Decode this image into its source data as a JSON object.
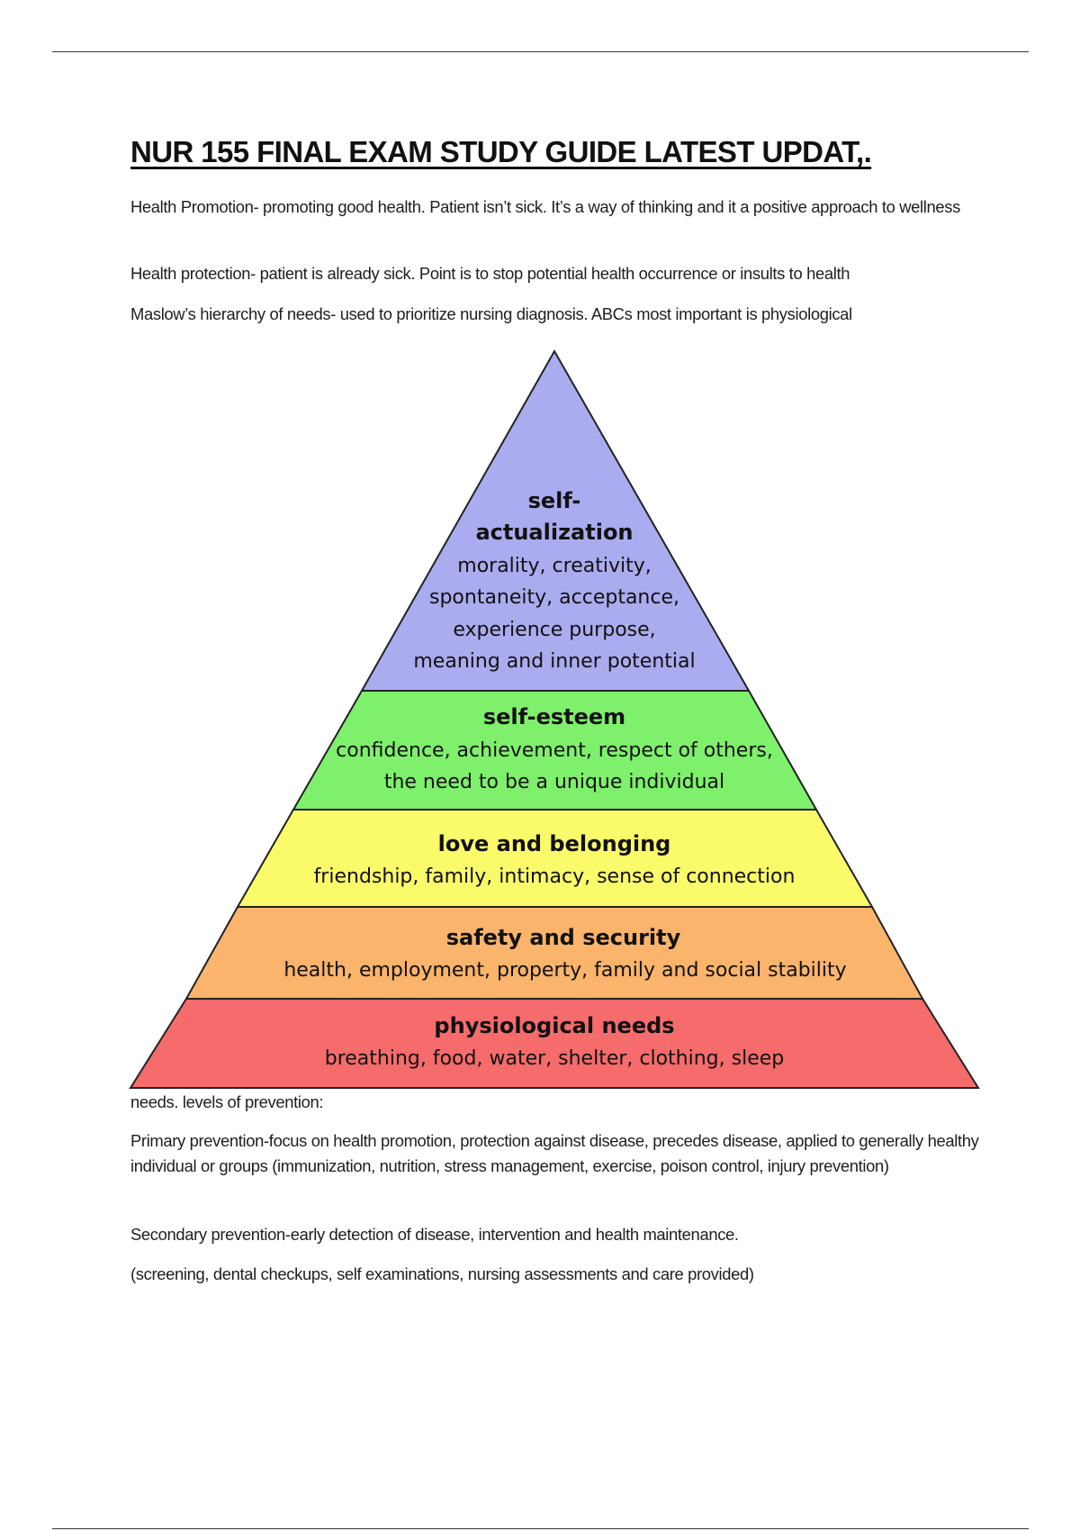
{
  "document": {
    "title": "NUR 155 FINAL EXAM STUDY GUIDE LATEST UPDAT,.",
    "paragraphs": [
      "Health Promotion- promoting good health. Patient isn’t sick. It’s a way of thinking and it a positive approach to wellness",
      "Health protection-  patient is already sick. Point is to stop potential health occurrence or insults to health",
      "Maslow’s hierarchy of needs-  used to prioritize nursing diagnosis. ABCs most important is physiological",
      "needs. levels of prevention:",
      "Primary prevention-focus on health promotion, protection against disease, precedes disease, applied to generally healthy individual or groups (immunization, nutrition, stress management, exercise, poison control, injury prevention)",
      "Secondary prevention-early detection of disease, intervention and health maintenance.",
      "(screening, dental checkups, self examinations, nursing assessments and care provided)"
    ]
  },
  "pyramid": {
    "levels": [
      {
        "title_lines": [
          "self-",
          "actualization"
        ],
        "desc_lines": [
          "morality, creativity,",
          "spontaneity, acceptance,",
          "experience purpose,",
          "meaning and inner potential"
        ],
        "color": "#ababef"
      },
      {
        "title_lines": [
          "self-esteem"
        ],
        "desc_lines": [
          "confidence, achievement, respect of others,",
          "the need to be a unique individual"
        ],
        "color": "#7ef06b"
      },
      {
        "title_lines": [
          "love and belonging"
        ],
        "desc_lines": [
          "friendship, family, intimacy, sense of connection"
        ],
        "color": "#fafa6b"
      },
      {
        "title_lines": [
          "safety and security"
        ],
        "desc_lines": [
          "health, employment, property, family and social stability"
        ],
        "color": "#fbb46b"
      },
      {
        "title_lines": [
          "physiological needs"
        ],
        "desc_lines": [
          "breathing, food, water, shelter, clothing, sleep"
        ],
        "color": "#f66b6b"
      }
    ]
  }
}
